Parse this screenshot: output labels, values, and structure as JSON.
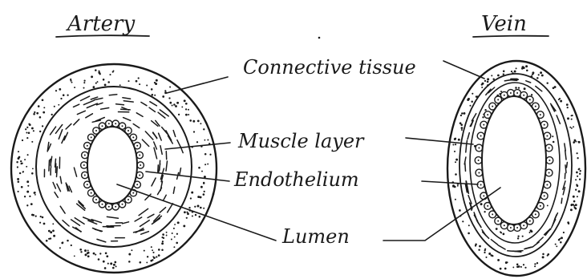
{
  "diagram": {
    "left_title": "Artery",
    "right_title": "Vein",
    "labels": {
      "connective": "Connective tissue",
      "muscle": "Muscle layer",
      "endothelium": "Endothelium",
      "lumen": "Lumen"
    }
  }
}
